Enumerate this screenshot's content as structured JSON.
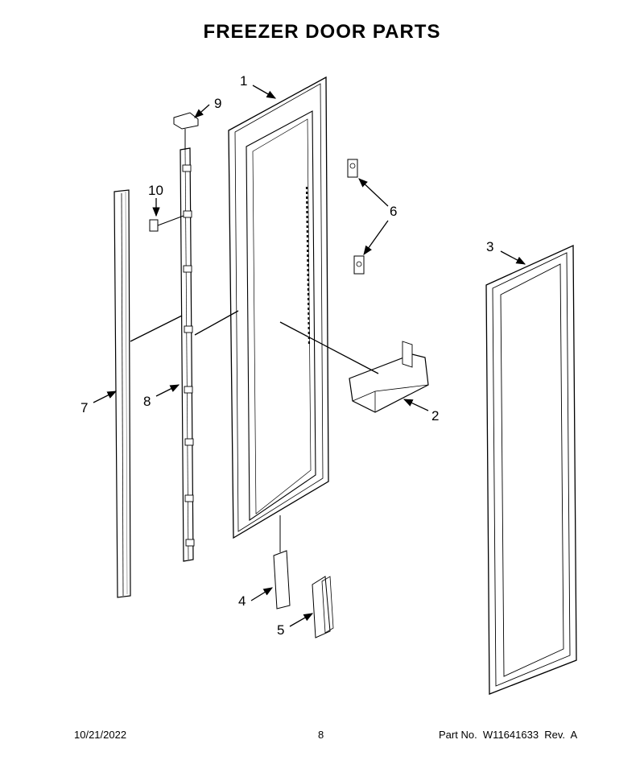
{
  "title": "FREEZER DOOR PARTS",
  "callouts": [
    "1",
    "2",
    "3",
    "4",
    "5",
    "6",
    "6",
    "7",
    "8",
    "9",
    "10"
  ],
  "footer": {
    "date": "10/21/2022",
    "page": "8",
    "part_no": "Part No.  W11641633  Rev.  A"
  }
}
